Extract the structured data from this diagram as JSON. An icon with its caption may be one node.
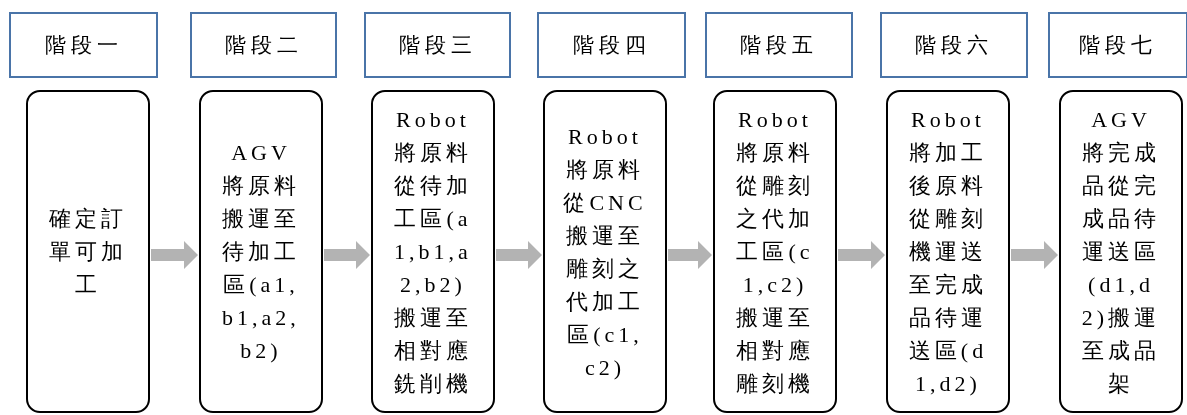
{
  "diagram": {
    "nodes": [
      {
        "text": [
          "階段一"
        ]
      },
      {
        "text": [
          "階段二"
        ]
      },
      {
        "text": [
          "階段三"
        ]
      },
      {
        "text": [
          "階段四"
        ]
      },
      {
        "text": [
          "階段五"
        ]
      },
      {
        "text": [
          "階段六"
        ]
      },
      {
        "text": [
          "階段七"
        ]
      },
      {
        "text": [
          "確定訂單可加工"
        ]
      },
      {
        "text": [
          "AGV將原料搬運至待加工區(a1,b1,a2,b2)"
        ]
      },
      {
        "text": [
          "Robot將原料從待加工區(a1,b1,a2,b2)搬運至相對應銑削機"
        ]
      },
      {
        "text": [
          "Robot將原料從CNC搬運至雕刻之代加工區(c1,c2)"
        ]
      },
      {
        "text": [
          "Robot將原料從雕刻之代加工區(c1,c2)搬運至相對應雕刻機"
        ]
      },
      {
        "text": [
          "Robot將加工後原料從雕刻機運送至完成品待運送區(d1,d2)"
        ]
      },
      {
        "text": [
          "AGV將完成品從完成品待運送區(d1,d2)搬運至成品架"
        ]
      }
    ],
    "edges": [
      {
        "from": 7,
        "to": 8,
        "arrow": "to"
      },
      {
        "from": 8,
        "to": 9,
        "arrow": "to"
      },
      {
        "from": 9,
        "to": 10,
        "arrow": "to"
      },
      {
        "from": 10,
        "to": 11,
        "arrow": "to"
      },
      {
        "from": 11,
        "to": 12,
        "arrow": "to"
      },
      {
        "from": 12,
        "to": 13,
        "arrow": "to"
      }
    ]
  }
}
